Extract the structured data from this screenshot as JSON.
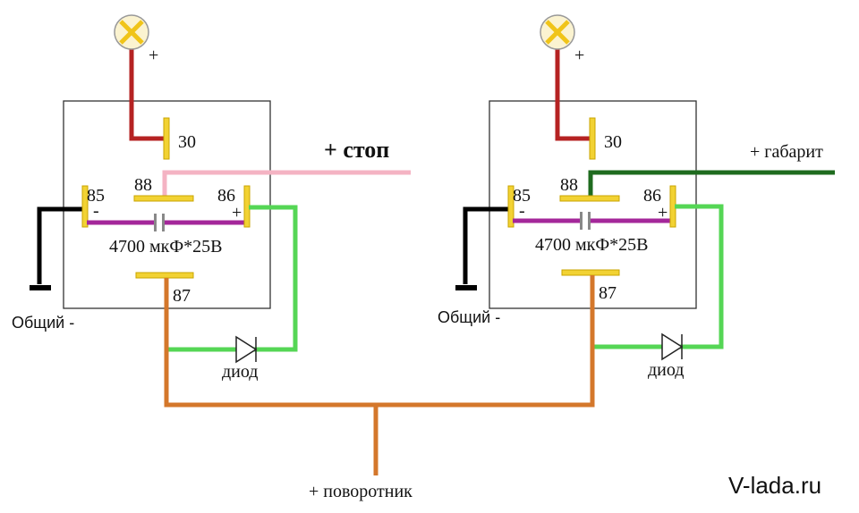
{
  "colors": {
    "lamp_wire": "#b52222",
    "ground_wire": "#000000",
    "coil_wire": "#a4279a",
    "stop_wire": "#f4b3c3",
    "gabarit_wire": "#1f6b1f",
    "diode_wire": "#55d655",
    "turn_wire": "#d4772b",
    "terminal": "#f2d233",
    "terminal_edge": "#c9a400",
    "lamp_body": "#fbf3d0",
    "lamp_cross": "#f0c419",
    "relay_box": "#333333"
  },
  "icons": {
    "lamp": "lamp-icon",
    "ground": "ground-icon",
    "diode": "diode-icon",
    "capacitor": "capacitor-icon"
  },
  "left_relay": {
    "lamp_plus": "+",
    "pin30": "30",
    "pin88": "88",
    "pin85": "85",
    "pin85_sign": "-",
    "pin86": "86",
    "pin86_sign": "+",
    "pin87": "87",
    "capacitor": "4700 мкФ*25В",
    "ground": "Общий -",
    "diode": "диод",
    "input": "+ стоп"
  },
  "right_relay": {
    "lamp_plus": "+",
    "pin30": "30",
    "pin88": "88",
    "pin85": "85",
    "pin85_sign": "-",
    "pin86": "86",
    "pin86_sign": "+",
    "pin87": "87",
    "capacitor": "4700 мкФ*25В",
    "ground": "Общий -",
    "diode": "диод",
    "input": "+ габарит"
  },
  "common": {
    "turn_signal": "+ поворотник"
  },
  "watermark": "V-lada.ru"
}
